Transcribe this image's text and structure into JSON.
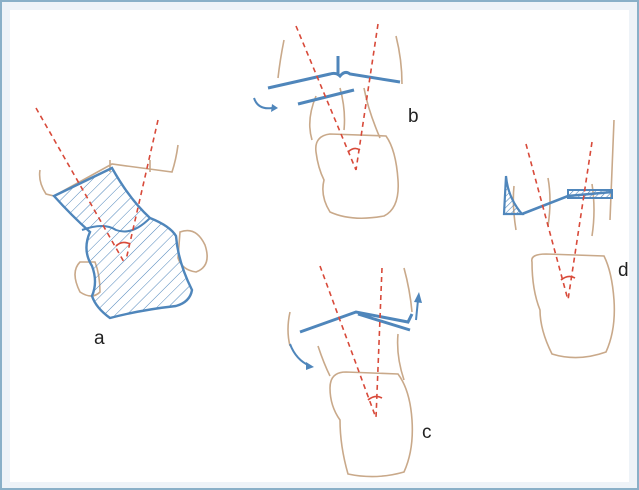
{
  "panels": [
    {
      "label": "a"
    },
    {
      "label": "b"
    },
    {
      "label": "c"
    },
    {
      "label": "d"
    }
  ],
  "colors": {
    "bone": "#c9a98a",
    "implant": "#4f86bb",
    "axis": "#d84a3a",
    "frame": "#8ab0c8",
    "frame_bg": "#eef3f8"
  }
}
